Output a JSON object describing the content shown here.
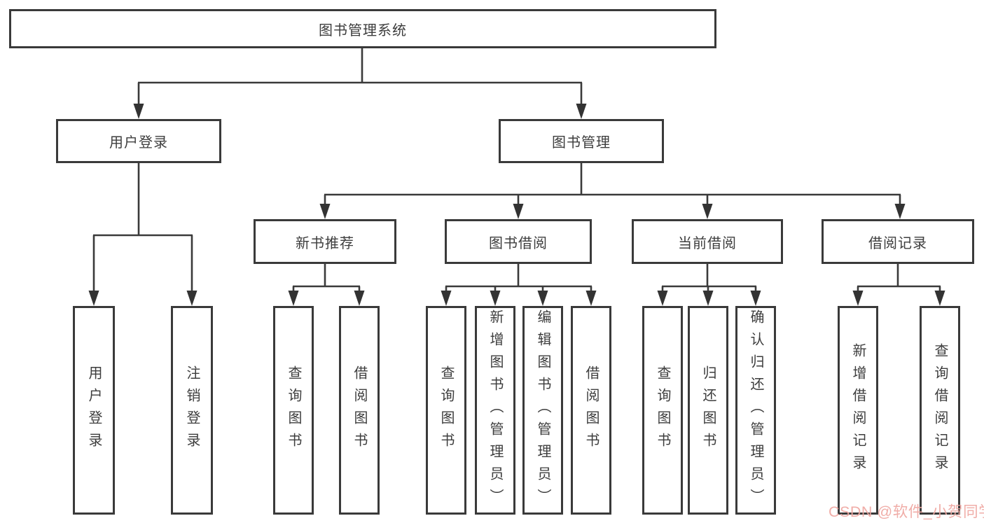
{
  "diagram": {
    "title": "图书管理系统",
    "branches": [
      {
        "label": "用户登录",
        "children": [
          "用户登录",
          "注销登录"
        ]
      },
      {
        "label": "图书管理",
        "groups": [
          {
            "label": "新书推荐",
            "children": [
              "查询图书",
              "借阅图书"
            ]
          },
          {
            "label": "图书借阅",
            "children": [
              "查询图书",
              "新增图书（管理员）",
              "编辑图书（管理员）",
              "借阅图书"
            ]
          },
          {
            "label": "当前借阅",
            "children": [
              "查询图书",
              "归还图书",
              "确认归还（管理员）"
            ]
          },
          {
            "label": "借阅记录",
            "children": [
              "新增借阅记录",
              "查询借阅记录"
            ]
          }
        ]
      }
    ]
  },
  "watermark": {
    "text": "CSDN @软件_小贺同学",
    "color": "#efa7a1"
  },
  "colors": {
    "line": "#3a3a3a",
    "box_border": "#3a3a3a",
    "text": "#3d3d3d",
    "background": "#ffffff"
  }
}
